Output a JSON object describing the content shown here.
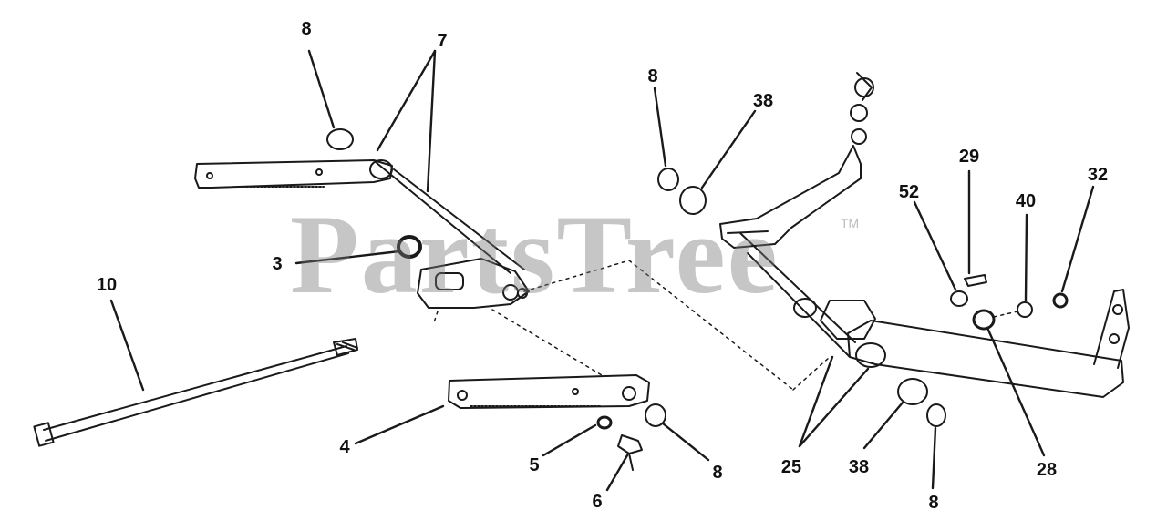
{
  "diagram": {
    "watermark": "PartsTree",
    "trademark": "TM",
    "colors": {
      "line": "#1a1a1a",
      "watermark": "#8c8c8c",
      "background": "#ffffff"
    },
    "callouts": [
      {
        "id": "c-8-top-left",
        "label": "8"
      },
      {
        "id": "c-7",
        "label": "7"
      },
      {
        "id": "c-3",
        "label": "3"
      },
      {
        "id": "c-10",
        "label": "10"
      },
      {
        "id": "c-4",
        "label": "4"
      },
      {
        "id": "c-5",
        "label": "5"
      },
      {
        "id": "c-6",
        "label": "6"
      },
      {
        "id": "c-8-bottom-mid",
        "label": "8"
      },
      {
        "id": "c-8-top-mid",
        "label": "8"
      },
      {
        "id": "c-38-top",
        "label": "38"
      },
      {
        "id": "c-29",
        "label": "29"
      },
      {
        "id": "c-52",
        "label": "52"
      },
      {
        "id": "c-40",
        "label": "40"
      },
      {
        "id": "c-32",
        "label": "32"
      },
      {
        "id": "c-25",
        "label": "25"
      },
      {
        "id": "c-38-bottom",
        "label": "38"
      },
      {
        "id": "c-8-bottom-right",
        "label": "8"
      },
      {
        "id": "c-28",
        "label": "28"
      }
    ]
  }
}
